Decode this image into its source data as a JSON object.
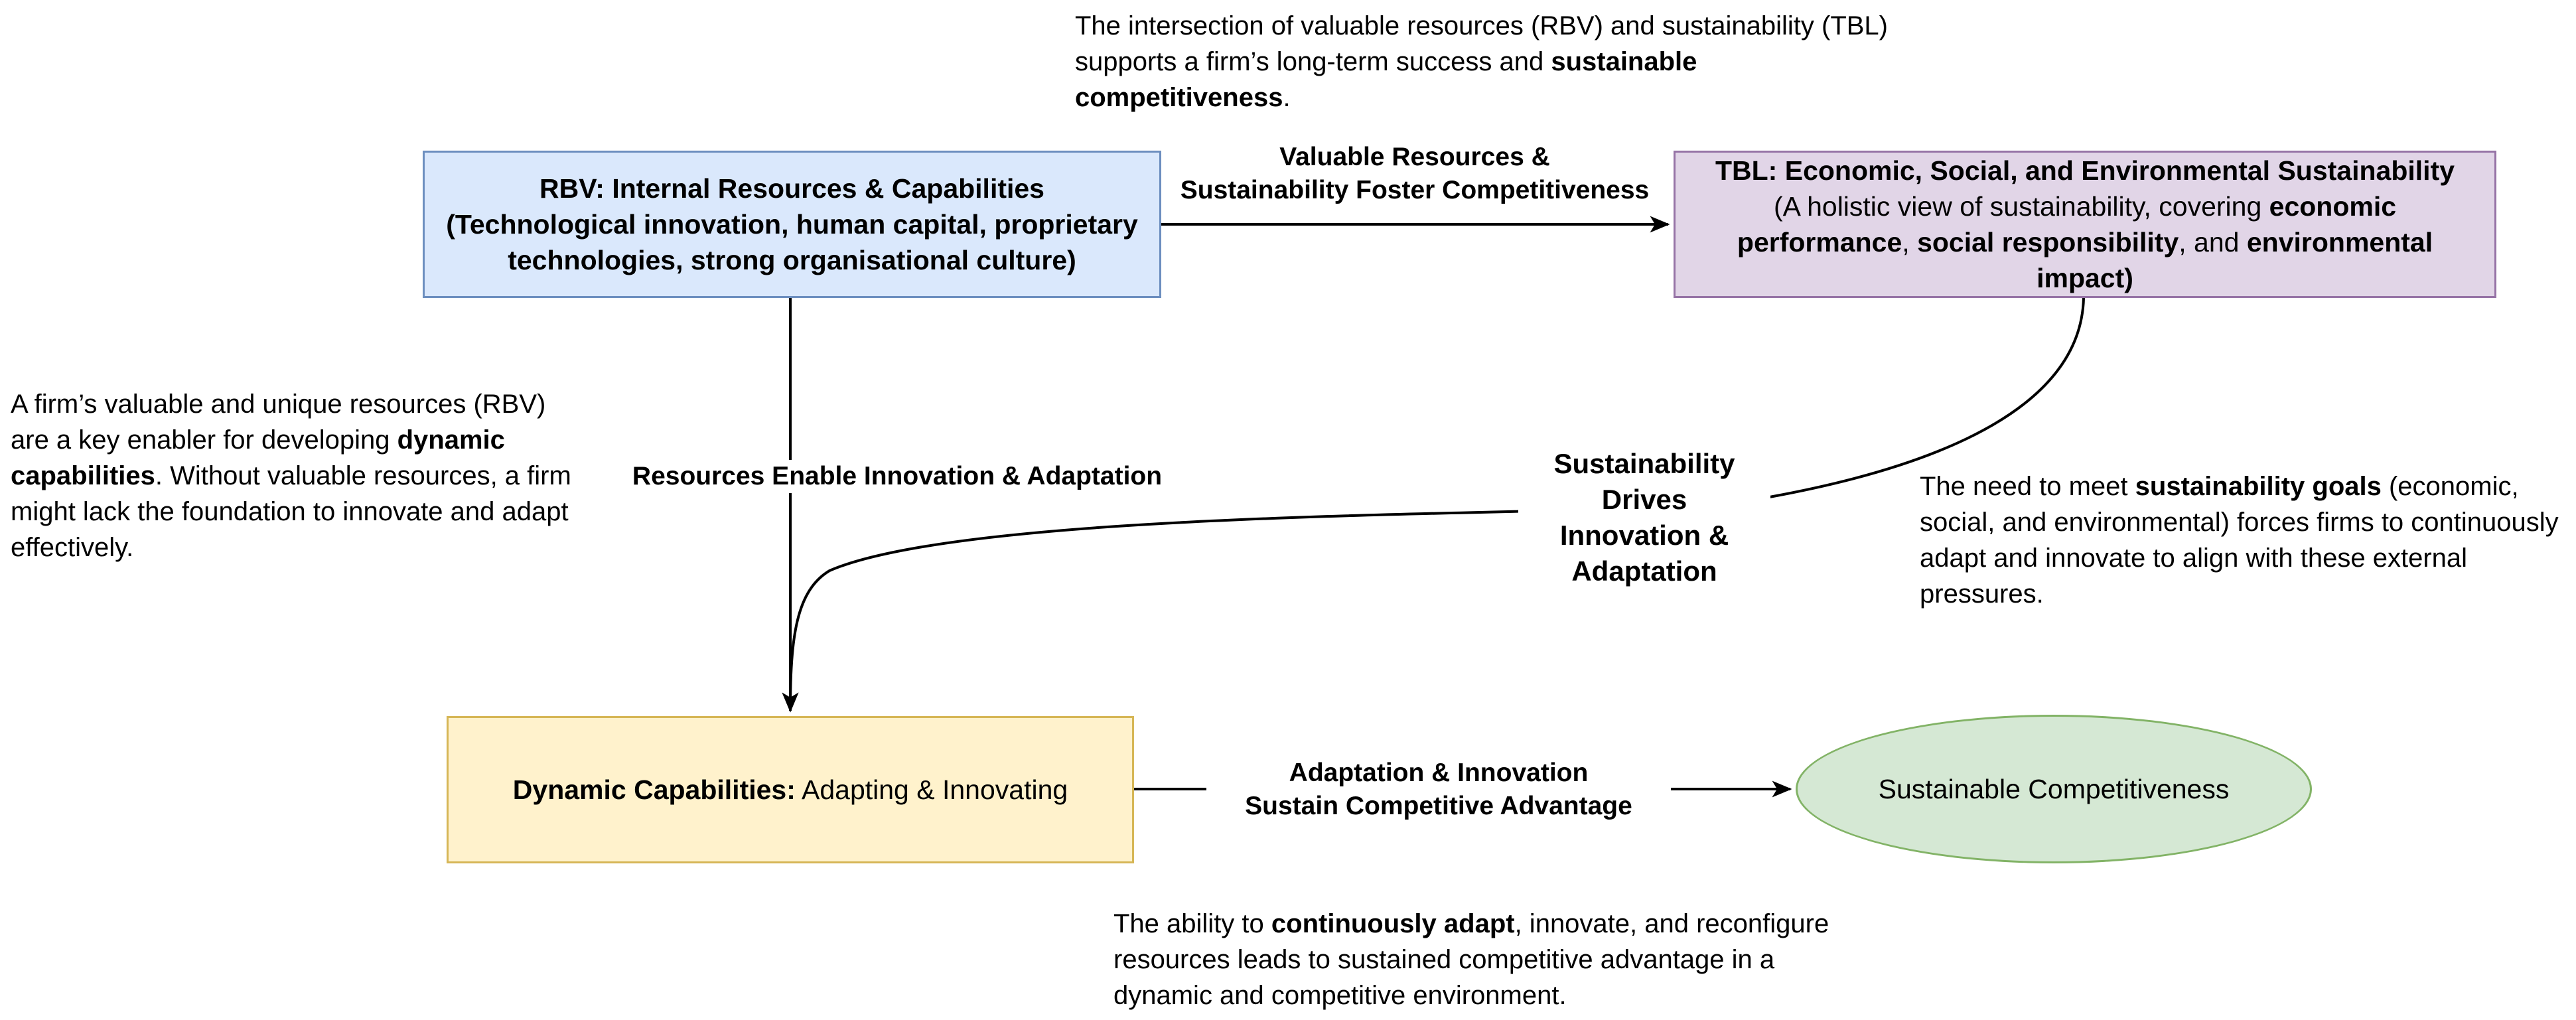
{
  "nodes": {
    "rbv": {
      "line1": "RBV: Internal Resources & Capabilities",
      "line2": "(Technological innovation, human capital, proprietary technologies, strong organisational culture)"
    },
    "tbl": {
      "title": "TBL: Economic, Social, and Environmental Sustainability",
      "pre": "(A holistic view of sustainability, covering ",
      "b1": "economic performance",
      "sep1": ", ",
      "b2": "social responsibility",
      "sep2": ", and ",
      "b3": "environmental impact)"
    },
    "dynamic": {
      "bold": "Dynamic Capabilities:",
      "rest": " Adapting & Innovating"
    },
    "sustainable": {
      "label": "Sustainable Competitiveness"
    }
  },
  "edges": {
    "rbv_tbl": {
      "line1": "Valuable Resources &",
      "line2": "Sustainability Foster Competitiveness"
    },
    "rbv_dyn": {
      "label": "Resources Enable Innovation & Adaptation"
    },
    "tbl_dyn": {
      "line1": "Sustainability",
      "line2": "Drives",
      "line3": "Innovation &",
      "line4": "Adaptation"
    },
    "dyn_sc": {
      "line1": "Adaptation & Innovation",
      "line2": "Sustain Competitive Advantage"
    }
  },
  "notes": {
    "top": {
      "pre": "The intersection of valuable resources (RBV) and sustainability (TBL) supports a firm’s long-term success and ",
      "bold": "sustainable competitiveness",
      "post": "."
    },
    "left": {
      "pre": "A firm’s valuable and unique resources (RBV) are a key enabler for developing ",
      "bold": "dynamic capabilities",
      "post": ". Without valuable resources, a firm might lack the foundation to innovate and adapt effectively."
    },
    "right": {
      "pre": "The need to meet ",
      "bold": "sustainability goals",
      "post": " (economic, social, and environmental) forces firms to continuously adapt and innovate to align with these external pressures."
    },
    "bottom": {
      "pre": "The ability to ",
      "bold": "continuously adapt",
      "post": ", innovate, and reconfigure resources leads to sustained competitive advantage in a dynamic and competitive environment."
    }
  },
  "colors": {
    "rbv_fill": "#dae8fc",
    "rbv_stroke": "#6c8ebf",
    "tbl_fill": "#e1d5e7",
    "tbl_stroke": "#9673a6",
    "dyn_fill": "#fff2cc",
    "dyn_stroke": "#d6b656",
    "sc_fill": "#d5e8d4",
    "sc_stroke": "#82b366",
    "edge": "#000000"
  }
}
